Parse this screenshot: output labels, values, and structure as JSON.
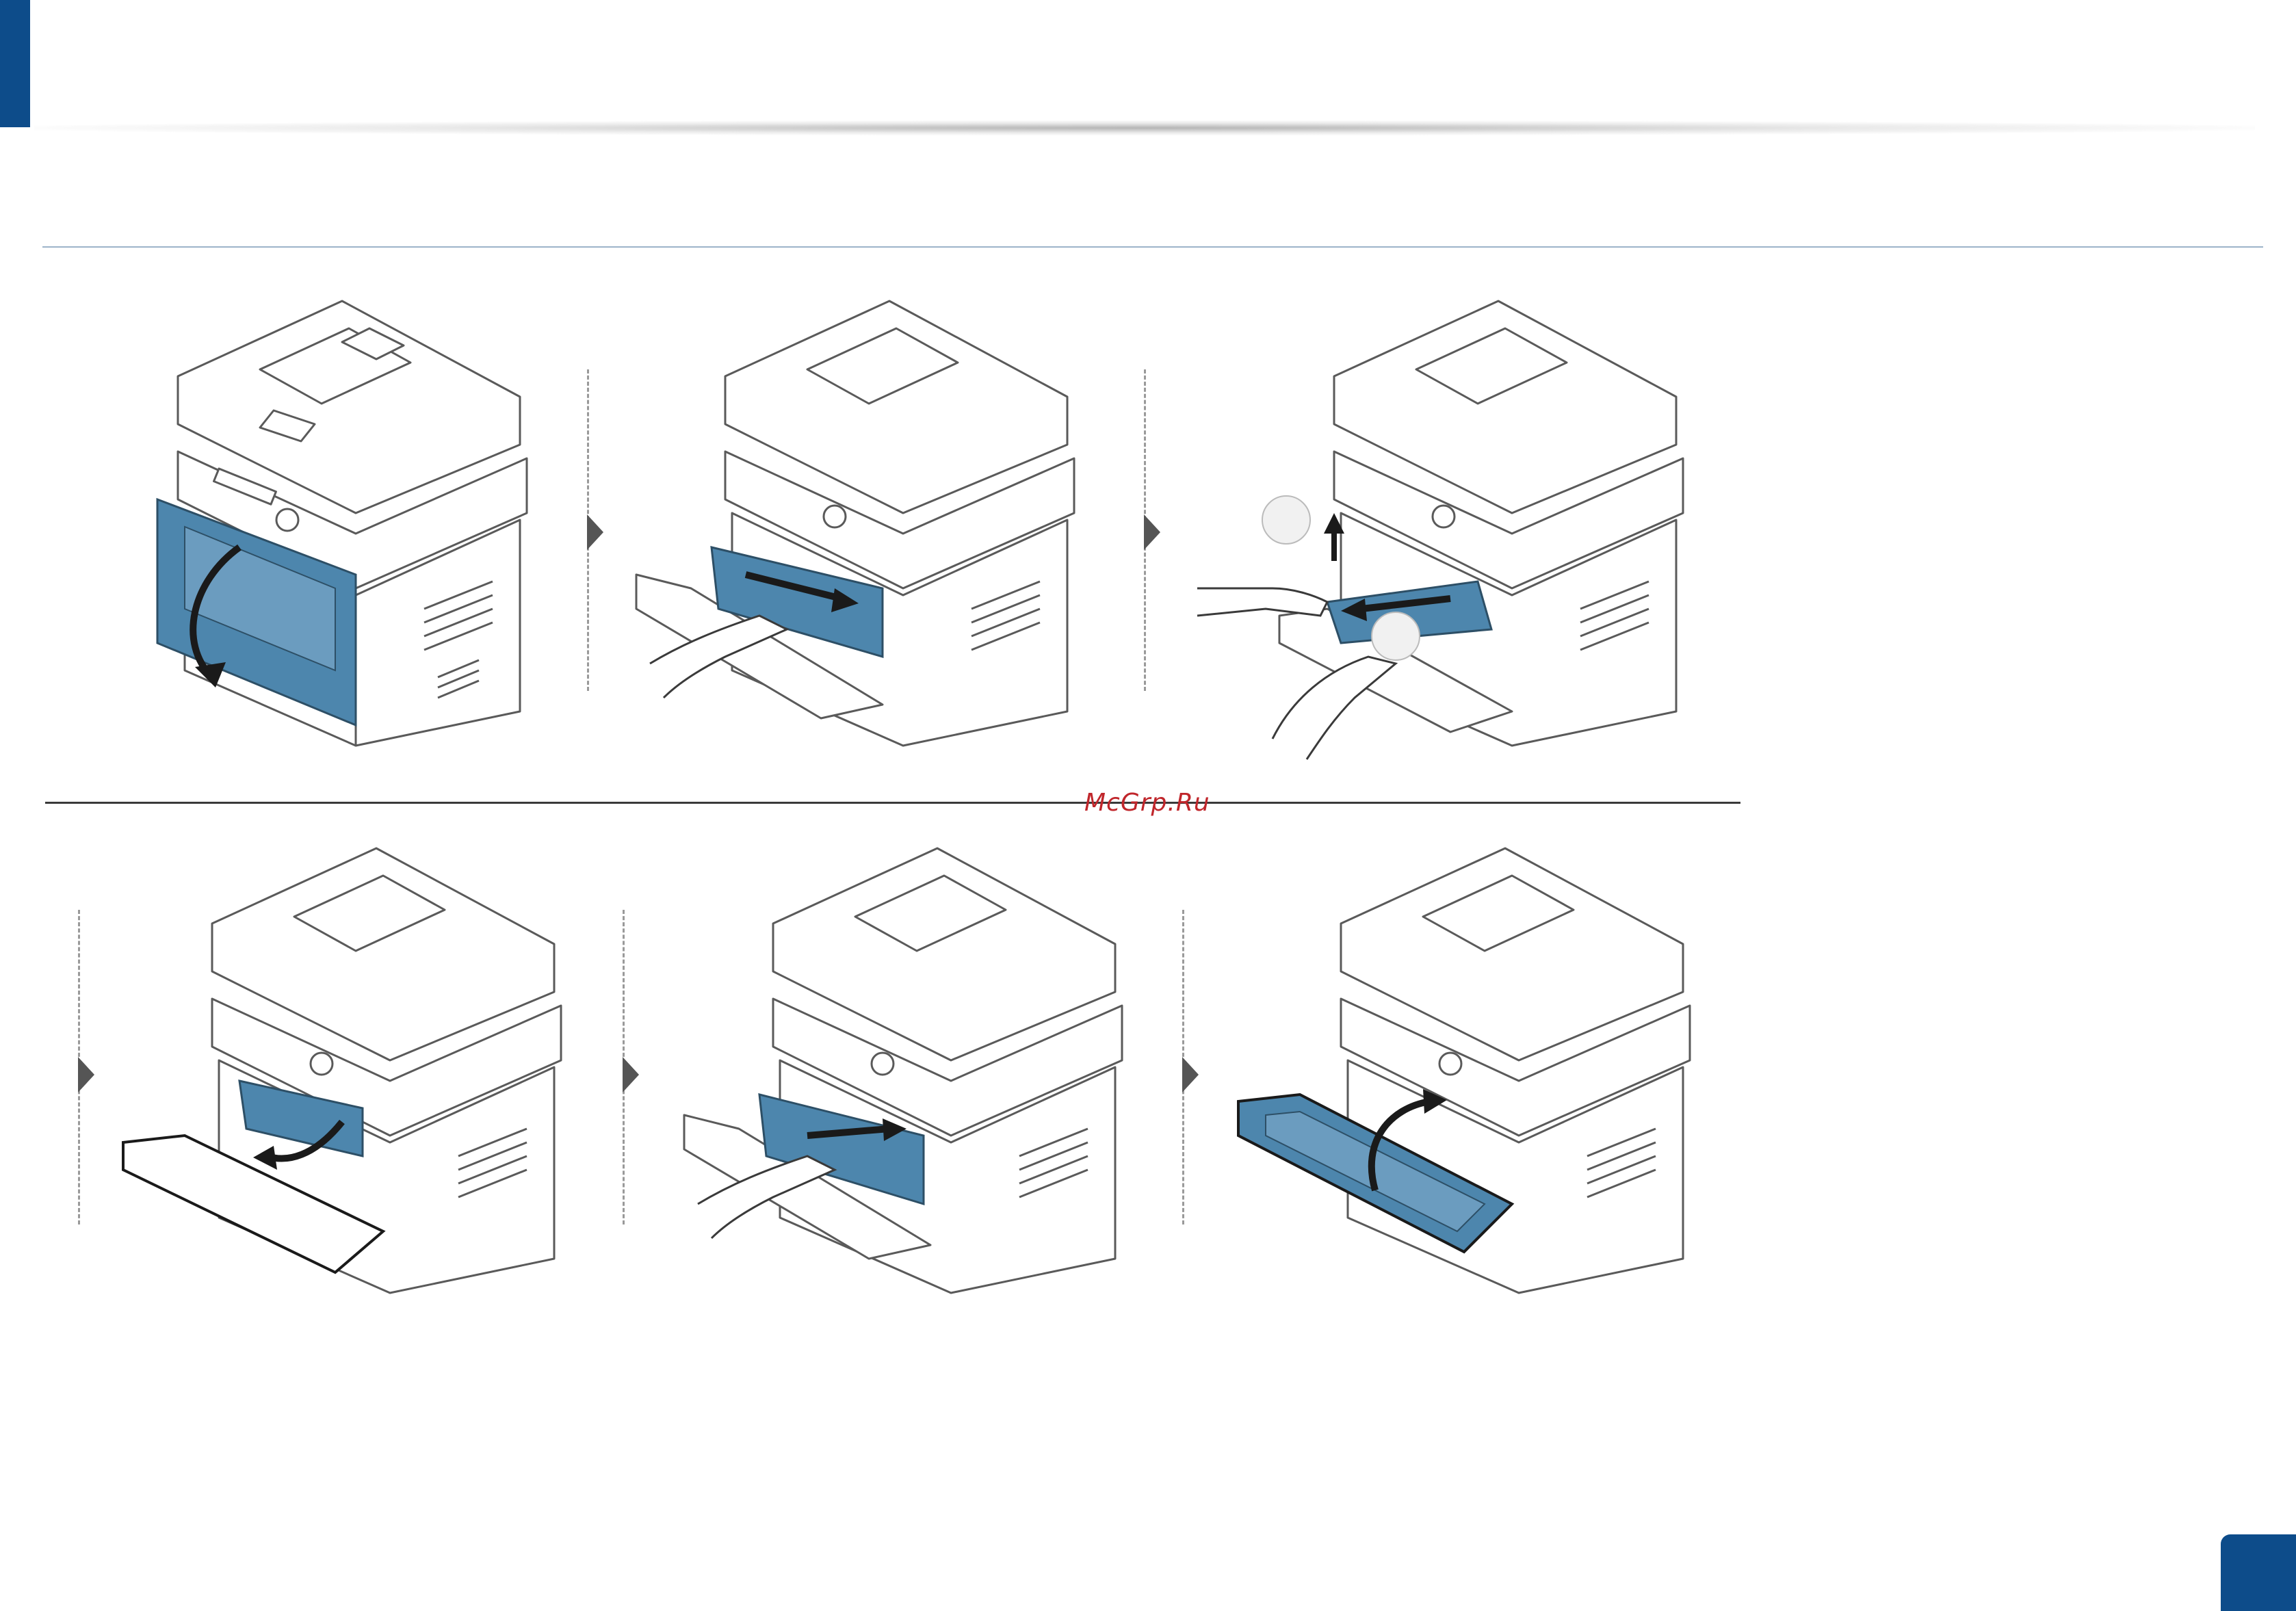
{
  "watermark": {
    "text": "McGrp.Ru"
  },
  "colors": {
    "accent": "#0d4c8a",
    "highlight_blue": "#3f7ea8",
    "line": "#5a5a5a",
    "watermark": "#c0262b"
  },
  "steps": [
    {
      "id": 1,
      "action": "open-tray"
    },
    {
      "id": 2,
      "action": "remove-toner"
    },
    {
      "id": 3,
      "action": "pull-jammed-paper"
    },
    {
      "id": 4,
      "action": "insert-toner"
    },
    {
      "id": 5,
      "action": "push-toner"
    },
    {
      "id": 6,
      "action": "close-cover"
    }
  ],
  "icons": [
    "step-arrow-icon",
    "printer-illustration",
    "hand-icon",
    "curved-arrow-icon"
  ]
}
